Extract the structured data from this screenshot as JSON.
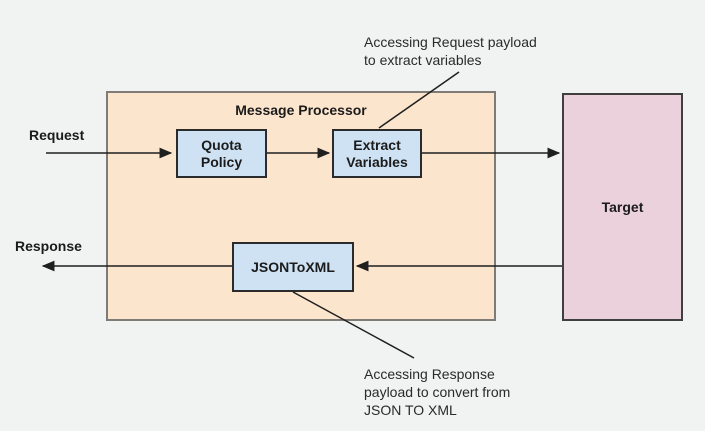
{
  "colors": {
    "background": "#f1f2f2",
    "processor_fill": "#fce5cd",
    "processor_border": "#7f7c78",
    "policy_node_fill": "#cfe2f3",
    "policy_node_border": "#2b2b2b",
    "target_fill": "#ead1dc",
    "target_border": "#3f3f3f",
    "connector": "#1f1f1f",
    "text": "#1b1b1b"
  },
  "processor": {
    "title": "Message Processor"
  },
  "nodes": {
    "quota_policy": {
      "label": "Quota\nPolicy"
    },
    "extract_variables": {
      "label": "Extract\nVariables"
    },
    "json_to_xml": {
      "label": "JSONToXML"
    },
    "target": {
      "label": "Target"
    }
  },
  "flow": {
    "request_label": "Request",
    "response_label": "Response"
  },
  "annotations": {
    "request_payload": {
      "text": "Accessing Request payload\nto extract variables"
    },
    "response_payload": {
      "text": "Accessing Response\npayload to convert from\nJSON TO XML"
    }
  }
}
